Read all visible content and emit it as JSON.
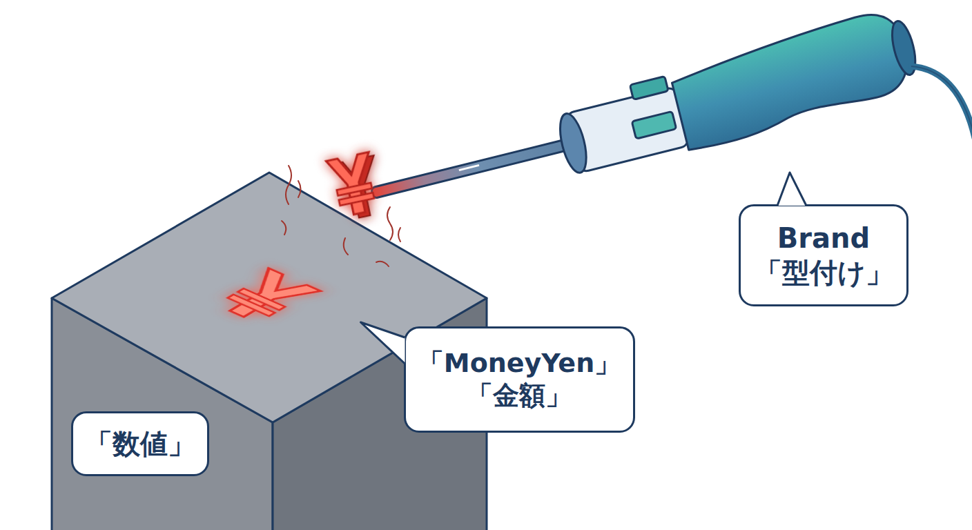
{
  "diagram": {
    "nodes": [
      {
        "text": [
          "Brand",
          "「型付け」"
        ]
      },
      {
        "text": [
          "「MoneyYen」",
          "「金額」"
        ]
      },
      {
        "text": [
          "「数値」"
        ]
      }
    ]
  }
}
